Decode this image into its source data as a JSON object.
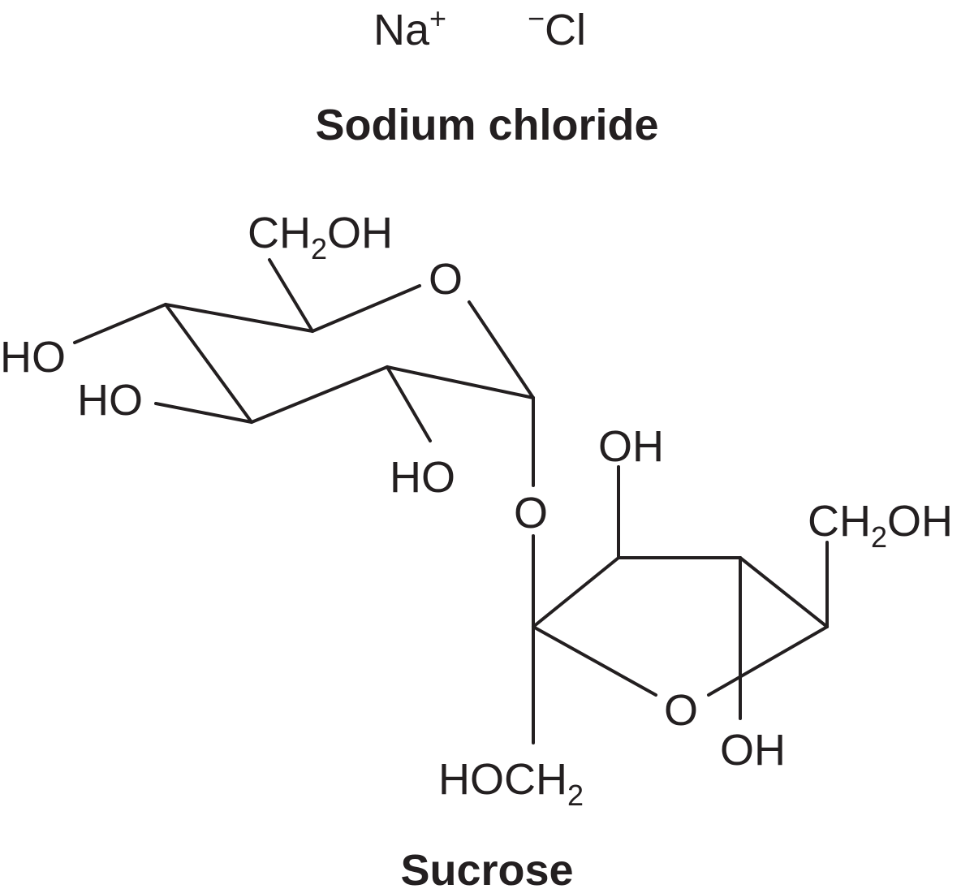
{
  "ions": {
    "sodium": {
      "symbol": "Na",
      "charge": "+"
    },
    "chloride": {
      "charge": "−",
      "symbol": "Cl"
    }
  },
  "captions": {
    "sodium_chloride": "Sodium chloride",
    "sucrose": "Sucrose"
  },
  "glucose": {
    "ch2oh": {
      "pre": "CH",
      "sub": "2",
      "post": "OH"
    },
    "ring_oxygen": "O",
    "ho_c4": "HO",
    "ho_c3": "HO",
    "ho_c2": "HO"
  },
  "glycosidic": {
    "oxygen": "O"
  },
  "fructose": {
    "oh_c3": "OH",
    "ch2oh": {
      "pre": "CH",
      "sub": "2",
      "post": "OH"
    },
    "ring_oxygen": "O",
    "oh_c4": "OH",
    "hoch2": {
      "pre": "HOCH",
      "sub": "2"
    }
  },
  "colors": {
    "ink": "#231f20",
    "background": "#ffffff"
  }
}
